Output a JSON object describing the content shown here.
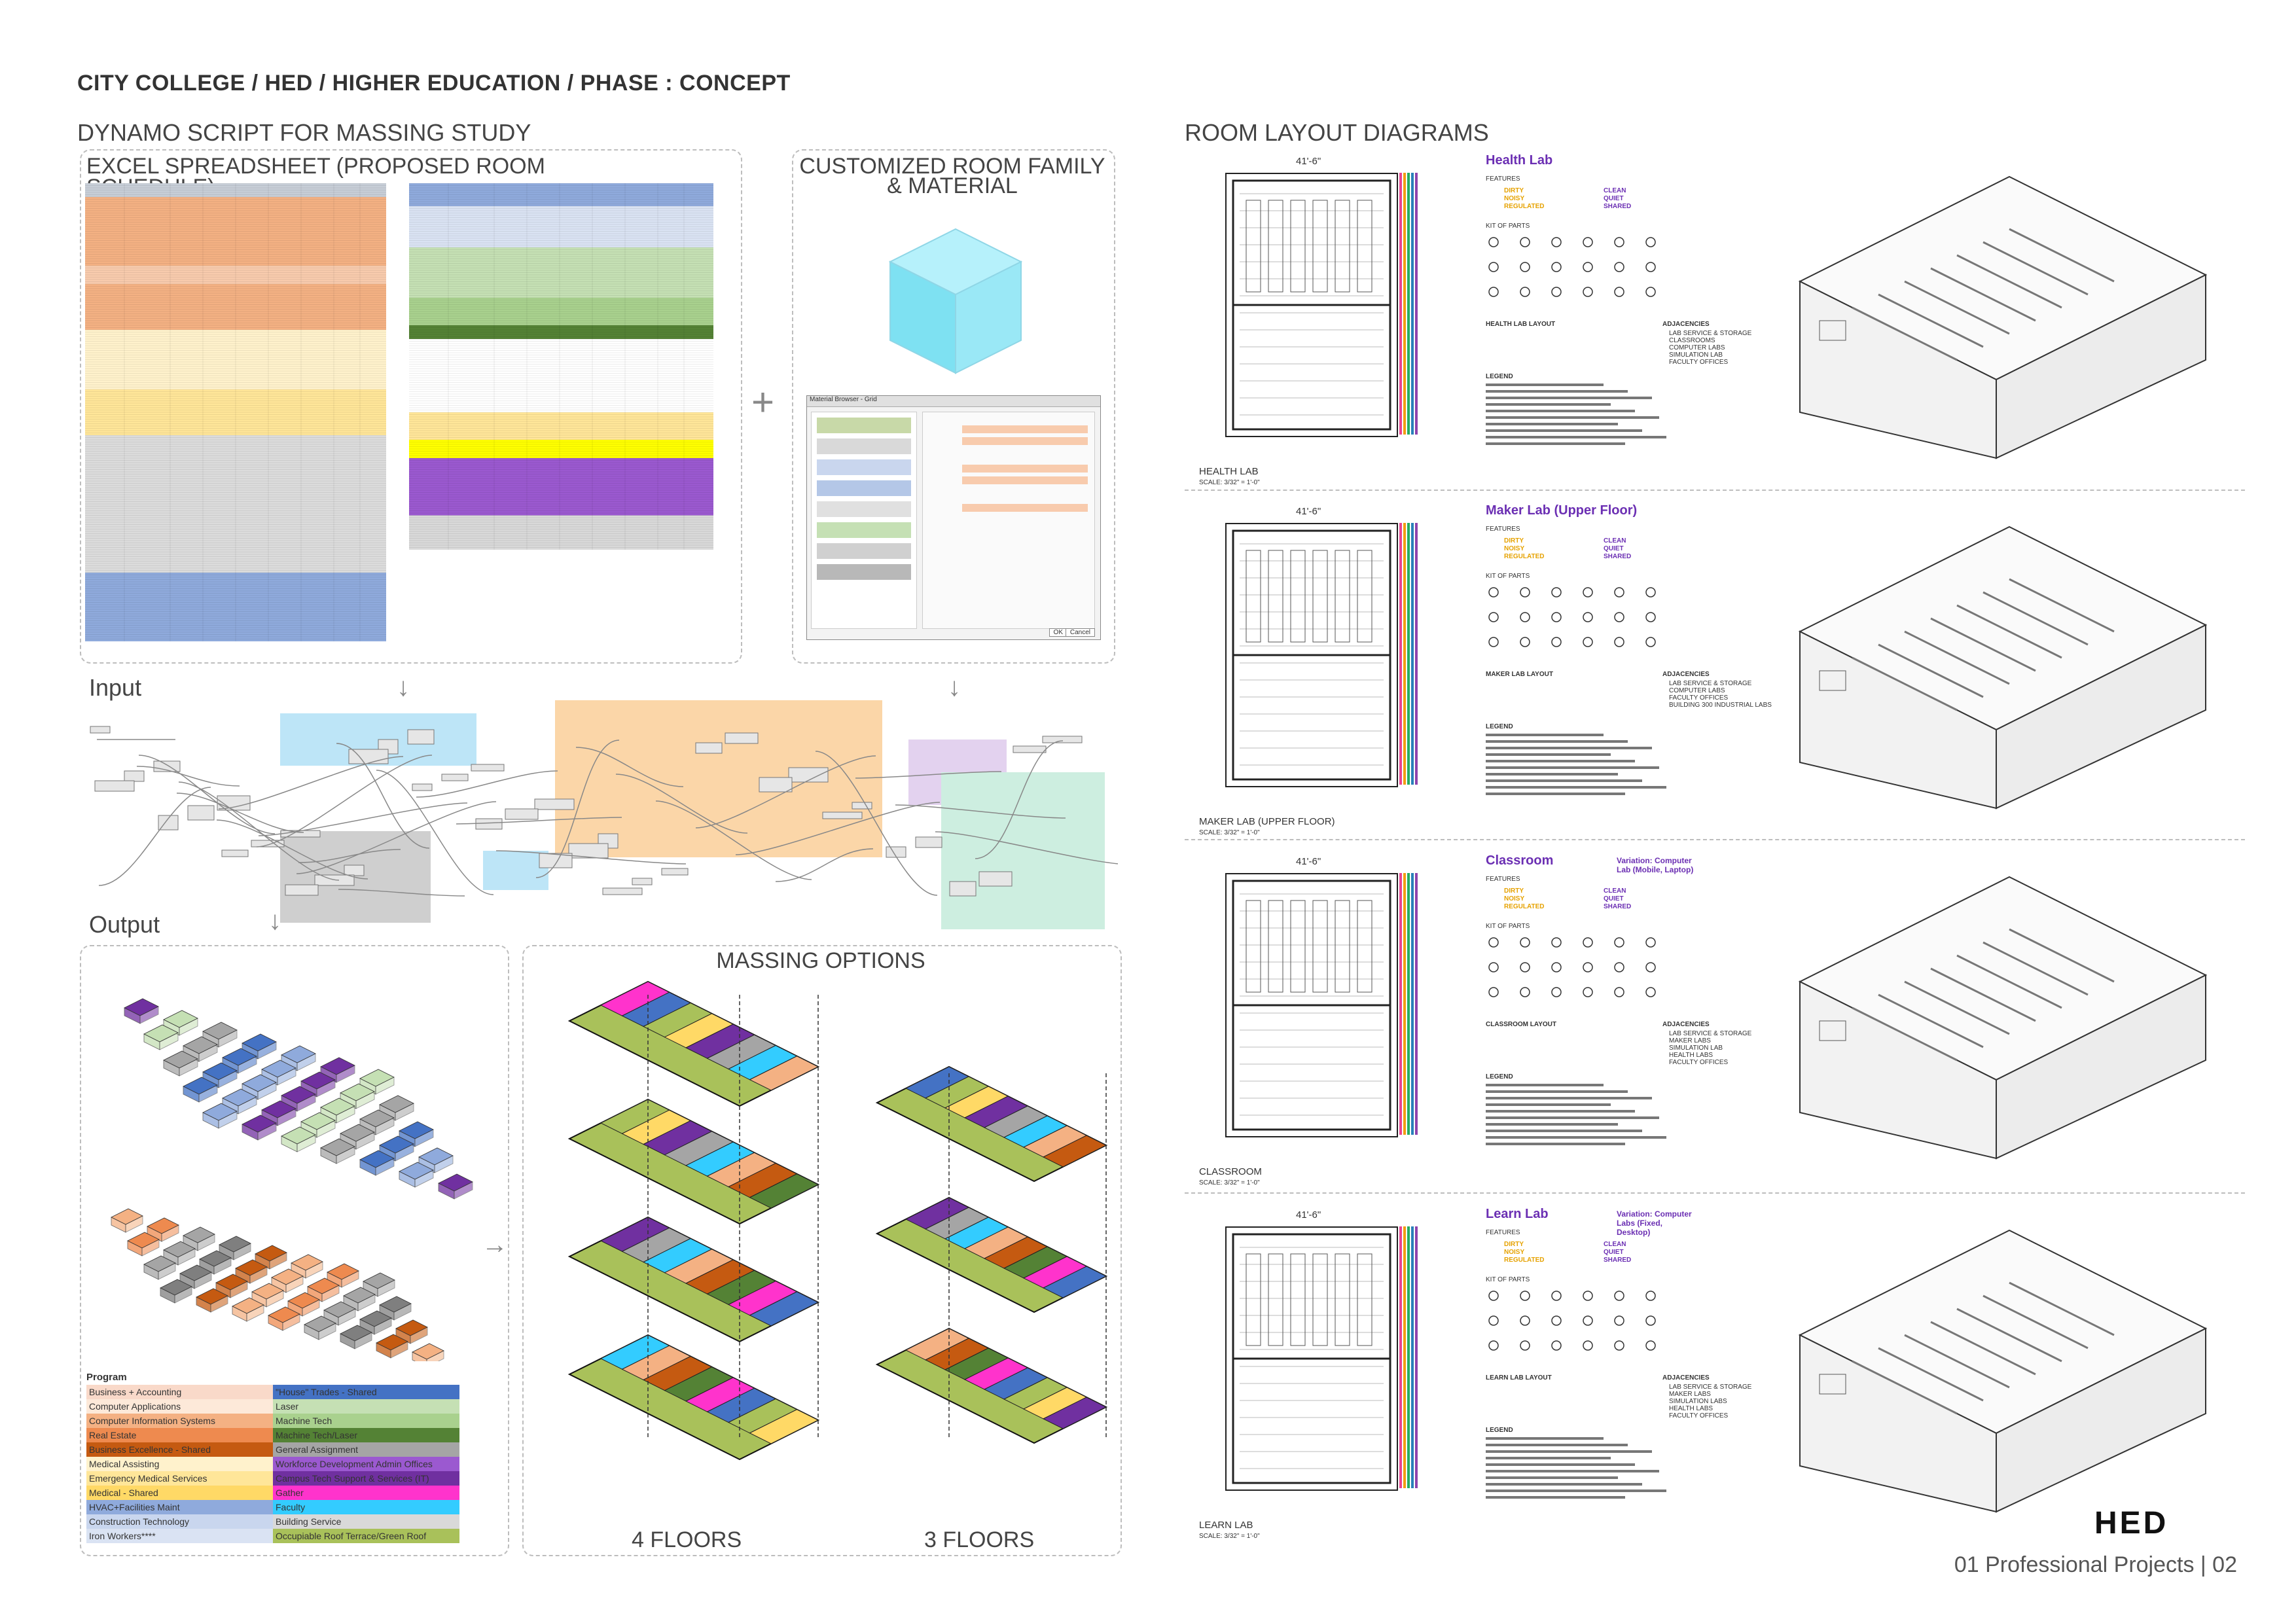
{
  "header": {
    "title": "CITY COLLEGE / HED / HIGHER EDUCATION / PHASE : CONCEPT",
    "section_left": "DYNAMO SCRIPT FOR MASSING STUDY",
    "section_right": "ROOM LAYOUT DIAGRAMS"
  },
  "excel": {
    "title": "EXCEL SPREADSHEET (PROPOSED ROOM SCHEDULE)"
  },
  "family": {
    "title_line1": "CUSTOMIZED ROOM FAMILY",
    "title_line2": "& MATERIAL",
    "dialog_title": "Material Browser - Grid",
    "dialog_ok": "OK",
    "dialog_cancel": "Cancel"
  },
  "dynamo": {
    "input_label": "Input",
    "output_label": "Output"
  },
  "massing": {
    "title": "MASSING OPTIONS",
    "option_a": "4 FLOORS",
    "option_b": "3 FLOORS"
  },
  "legend": {
    "title": "Program",
    "items_left": [
      {
        "label": "Business + Accounting",
        "color": "#f9d9c9"
      },
      {
        "label": "Computer Applications",
        "color": "#fde9d9"
      },
      {
        "label": "Computer Information Systems",
        "color": "#f4b183"
      },
      {
        "label": "Real Estate",
        "color": "#ee8a4f"
      },
      {
        "label": "Business Excellence - Shared",
        "color": "#c55a11"
      },
      {
        "label": "Medical Assisting",
        "color": "#fff2cc"
      },
      {
        "label": "Emergency Medical Services",
        "color": "#ffe699"
      },
      {
        "label": "Medical - Shared",
        "color": "#ffd966"
      },
      {
        "label": "HVAC+Facilities Maint",
        "color": "#8faadc"
      },
      {
        "label": "Construction Technology",
        "color": "#c9d6ee"
      },
      {
        "label": "Iron Workers****",
        "color": "#dae3f3"
      }
    ],
    "items_right": [
      {
        "label": "\"House\" Trades - Shared",
        "color": "#4472c4"
      },
      {
        "label": "Laser",
        "color": "#c5e0b4"
      },
      {
        "label": "Machine Tech",
        "color": "#a9d18e"
      },
      {
        "label": "Machine Tech/Laser",
        "color": "#548235"
      },
      {
        "label": "General Assignment",
        "color": "#a5a5a5"
      },
      {
        "label": "Workforce Development Admin Offices",
        "color": "#9b59d0"
      },
      {
        "label": "Campus Tech Support & Services (IT)",
        "color": "#7030a0"
      },
      {
        "label": "Gather",
        "color": "#ff33cc"
      },
      {
        "label": "Faculty",
        "color": "#33ccff"
      },
      {
        "label": "Building Service",
        "color": "#d9d9d9"
      },
      {
        "label": "Occupiable Roof Terrace/Green Roof",
        "color": "#a9c15a"
      }
    ]
  },
  "rooms": [
    {
      "title": "Health Lab",
      "variation": "",
      "plan_caption": "HEALTH LAB",
      "scale": "SCALE: 3/32\" = 1'-0\"",
      "features": "FEATURES",
      "features_left": [
        "DIRTY",
        "NOISY",
        "REGULATED"
      ],
      "features_right": [
        "CLEAN",
        "QUIET",
        "SHARED"
      ],
      "kit": "KIT OF PARTS",
      "layout_title": "HEALTH LAB LAYOUT",
      "adjacencies": "ADJACENCIES",
      "adjacency_items": [
        "LAB SERVICE & STORAGE",
        "CLASSROOMS",
        "COMPUTER LABS",
        "SIMULATION LAB",
        "FACULTY OFFICES"
      ],
      "legend": "LEGEND",
      "dim": "41'-6\""
    },
    {
      "title": "Maker Lab (Upper Floor)",
      "variation": "",
      "plan_caption": "MAKER LAB (UPPER FLOOR)",
      "scale": "SCALE: 3/32\" = 1'-0\"",
      "features": "FEATURES",
      "features_left": [
        "DIRTY",
        "NOISY",
        "REGULATED"
      ],
      "features_right": [
        "CLEAN",
        "QUIET",
        "SHARED"
      ],
      "kit": "KIT OF PARTS",
      "layout_title": "MAKER LAB LAYOUT",
      "adjacencies": "ADJACENCIES",
      "adjacency_items": [
        "LAB SERVICE & STORAGE",
        "COMPUTER LABS",
        "FACULTY OFFICES",
        "BUILDING 300 INDUSTRIAL LABS"
      ],
      "legend": "LEGEND",
      "dim": "41'-6\""
    },
    {
      "title": "Classroom",
      "variation": "Variation: Computer Lab (Mobile, Laptop)",
      "plan_caption": "CLASSROOM",
      "scale": "SCALE: 3/32\" = 1'-0\"",
      "features": "FEATURES",
      "features_left": [
        "DIRTY",
        "NOISY",
        "REGULATED"
      ],
      "features_right": [
        "CLEAN",
        "QUIET",
        "SHARED"
      ],
      "kit": "KIT OF PARTS",
      "layout_title": "CLASSROOM LAYOUT",
      "adjacencies": "ADJACENCIES",
      "adjacency_items": [
        "LAB SERVICE & STORAGE",
        "MAKER LABS",
        "SIMULATION LAB",
        "HEALTH LABS",
        "FACULTY OFFICES"
      ],
      "legend": "LEGEND",
      "dim": "41'-6\""
    },
    {
      "title": "Learn Lab",
      "variation": "Variation: Computer Labs (Fixed, Desktop)",
      "plan_caption": "LEARN LAB",
      "scale": "SCALE: 3/32\" = 1'-0\"",
      "features": "FEATURES",
      "features_left": [
        "DIRTY",
        "NOISY",
        "REGULATED"
      ],
      "features_right": [
        "CLEAN",
        "QUIET",
        "SHARED"
      ],
      "kit": "KIT OF PARTS",
      "layout_title": "LEARN LAB LAYOUT",
      "adjacencies": "ADJACENCIES",
      "adjacency_items": [
        "LAB SERVICE & STORAGE",
        "MAKER LABS",
        "SIMULATION LABS",
        "HEALTH LABS",
        "FACULTY OFFICES"
      ],
      "legend": "LEGEND",
      "dim": "41'-6\""
    }
  ],
  "footer": {
    "logo": "HED",
    "page": "01 Professional Projects | 02"
  },
  "colors": {
    "sheet_left": [
      "#c7ced7",
      "#f4b183",
      "#fde9d9",
      "#f8cbad",
      "#f4b183",
      "#ee8a4f",
      "#fff2cc",
      "#ffe699",
      "#dcdcdc",
      "#dcdcdc",
      "#8faadc"
    ],
    "sheet_right": [
      "#8faadc",
      "#dae3f3",
      "#c5e0b4",
      "#a9d18e",
      "#548235",
      "#ffffff",
      "#ffe699",
      "#ff0",
      "#9b59d0",
      "#d9d9d9"
    ]
  }
}
